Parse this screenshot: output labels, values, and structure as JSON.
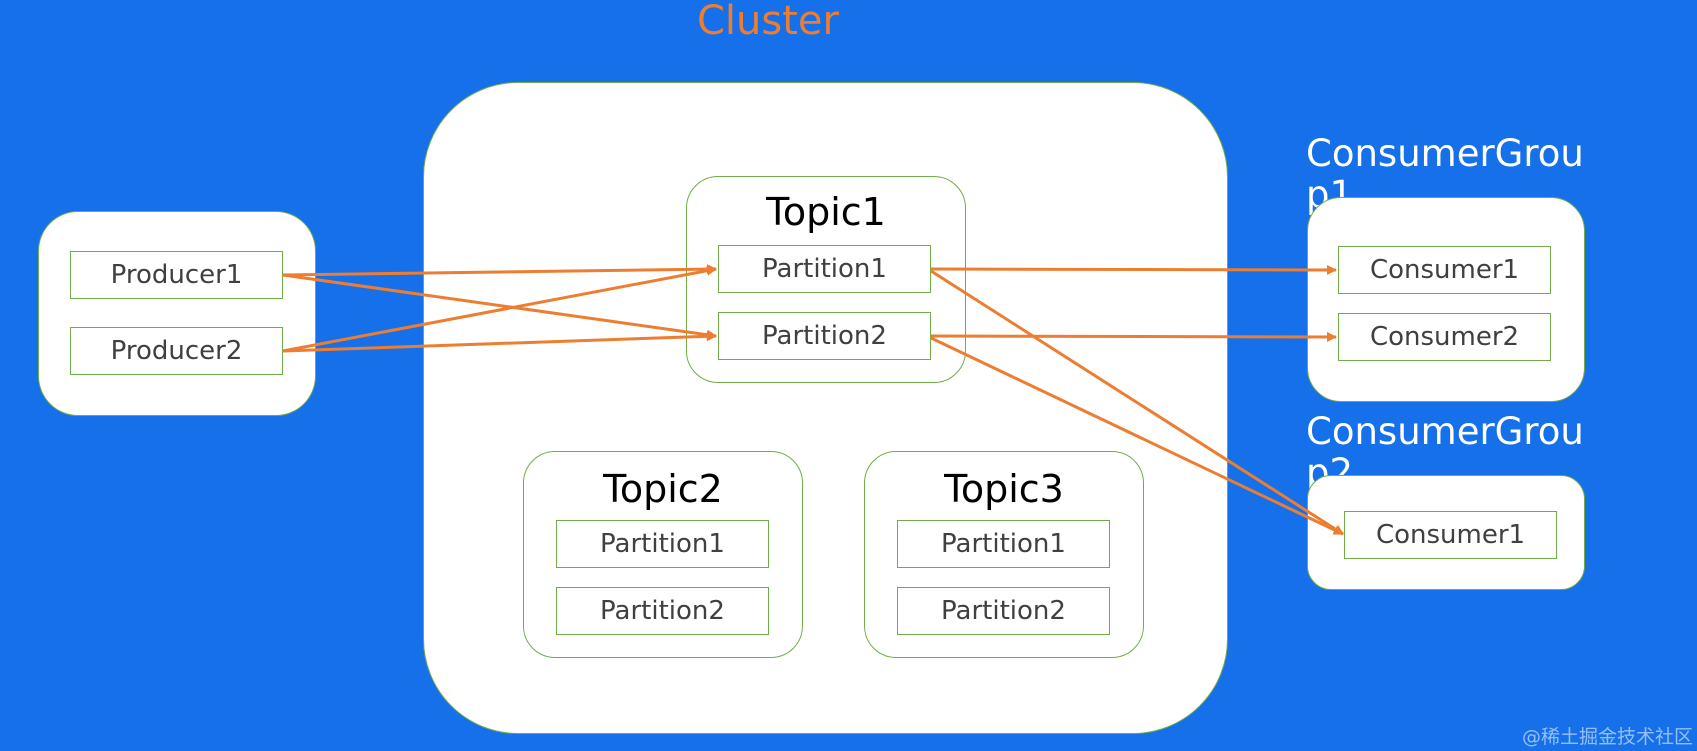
{
  "cluster": {
    "title": "Cluster"
  },
  "producers": [
    {
      "label": "Producer1"
    },
    {
      "label": "Producer2"
    }
  ],
  "topics": [
    {
      "title": "Topic1",
      "partitions": [
        "Partition1",
        "Partition2"
      ]
    },
    {
      "title": "Topic2",
      "partitions": [
        "Partition1",
        "Partition2"
      ]
    },
    {
      "title": "Topic3",
      "partitions": [
        "Partition1",
        "Partition2"
      ]
    }
  ],
  "consumer_groups": [
    {
      "name": "ConsumerGroup1",
      "consumers": [
        "Consumer1",
        "Consumer2"
      ]
    },
    {
      "name": "ConsumerGroup2",
      "consumers": [
        "Consumer1"
      ]
    }
  ],
  "watermark": "@稀土掘金技术社区",
  "colors": {
    "background": "#1570ea",
    "arrow": "#ed7d31",
    "border": "#70ad47",
    "title": "#ed7d31"
  }
}
